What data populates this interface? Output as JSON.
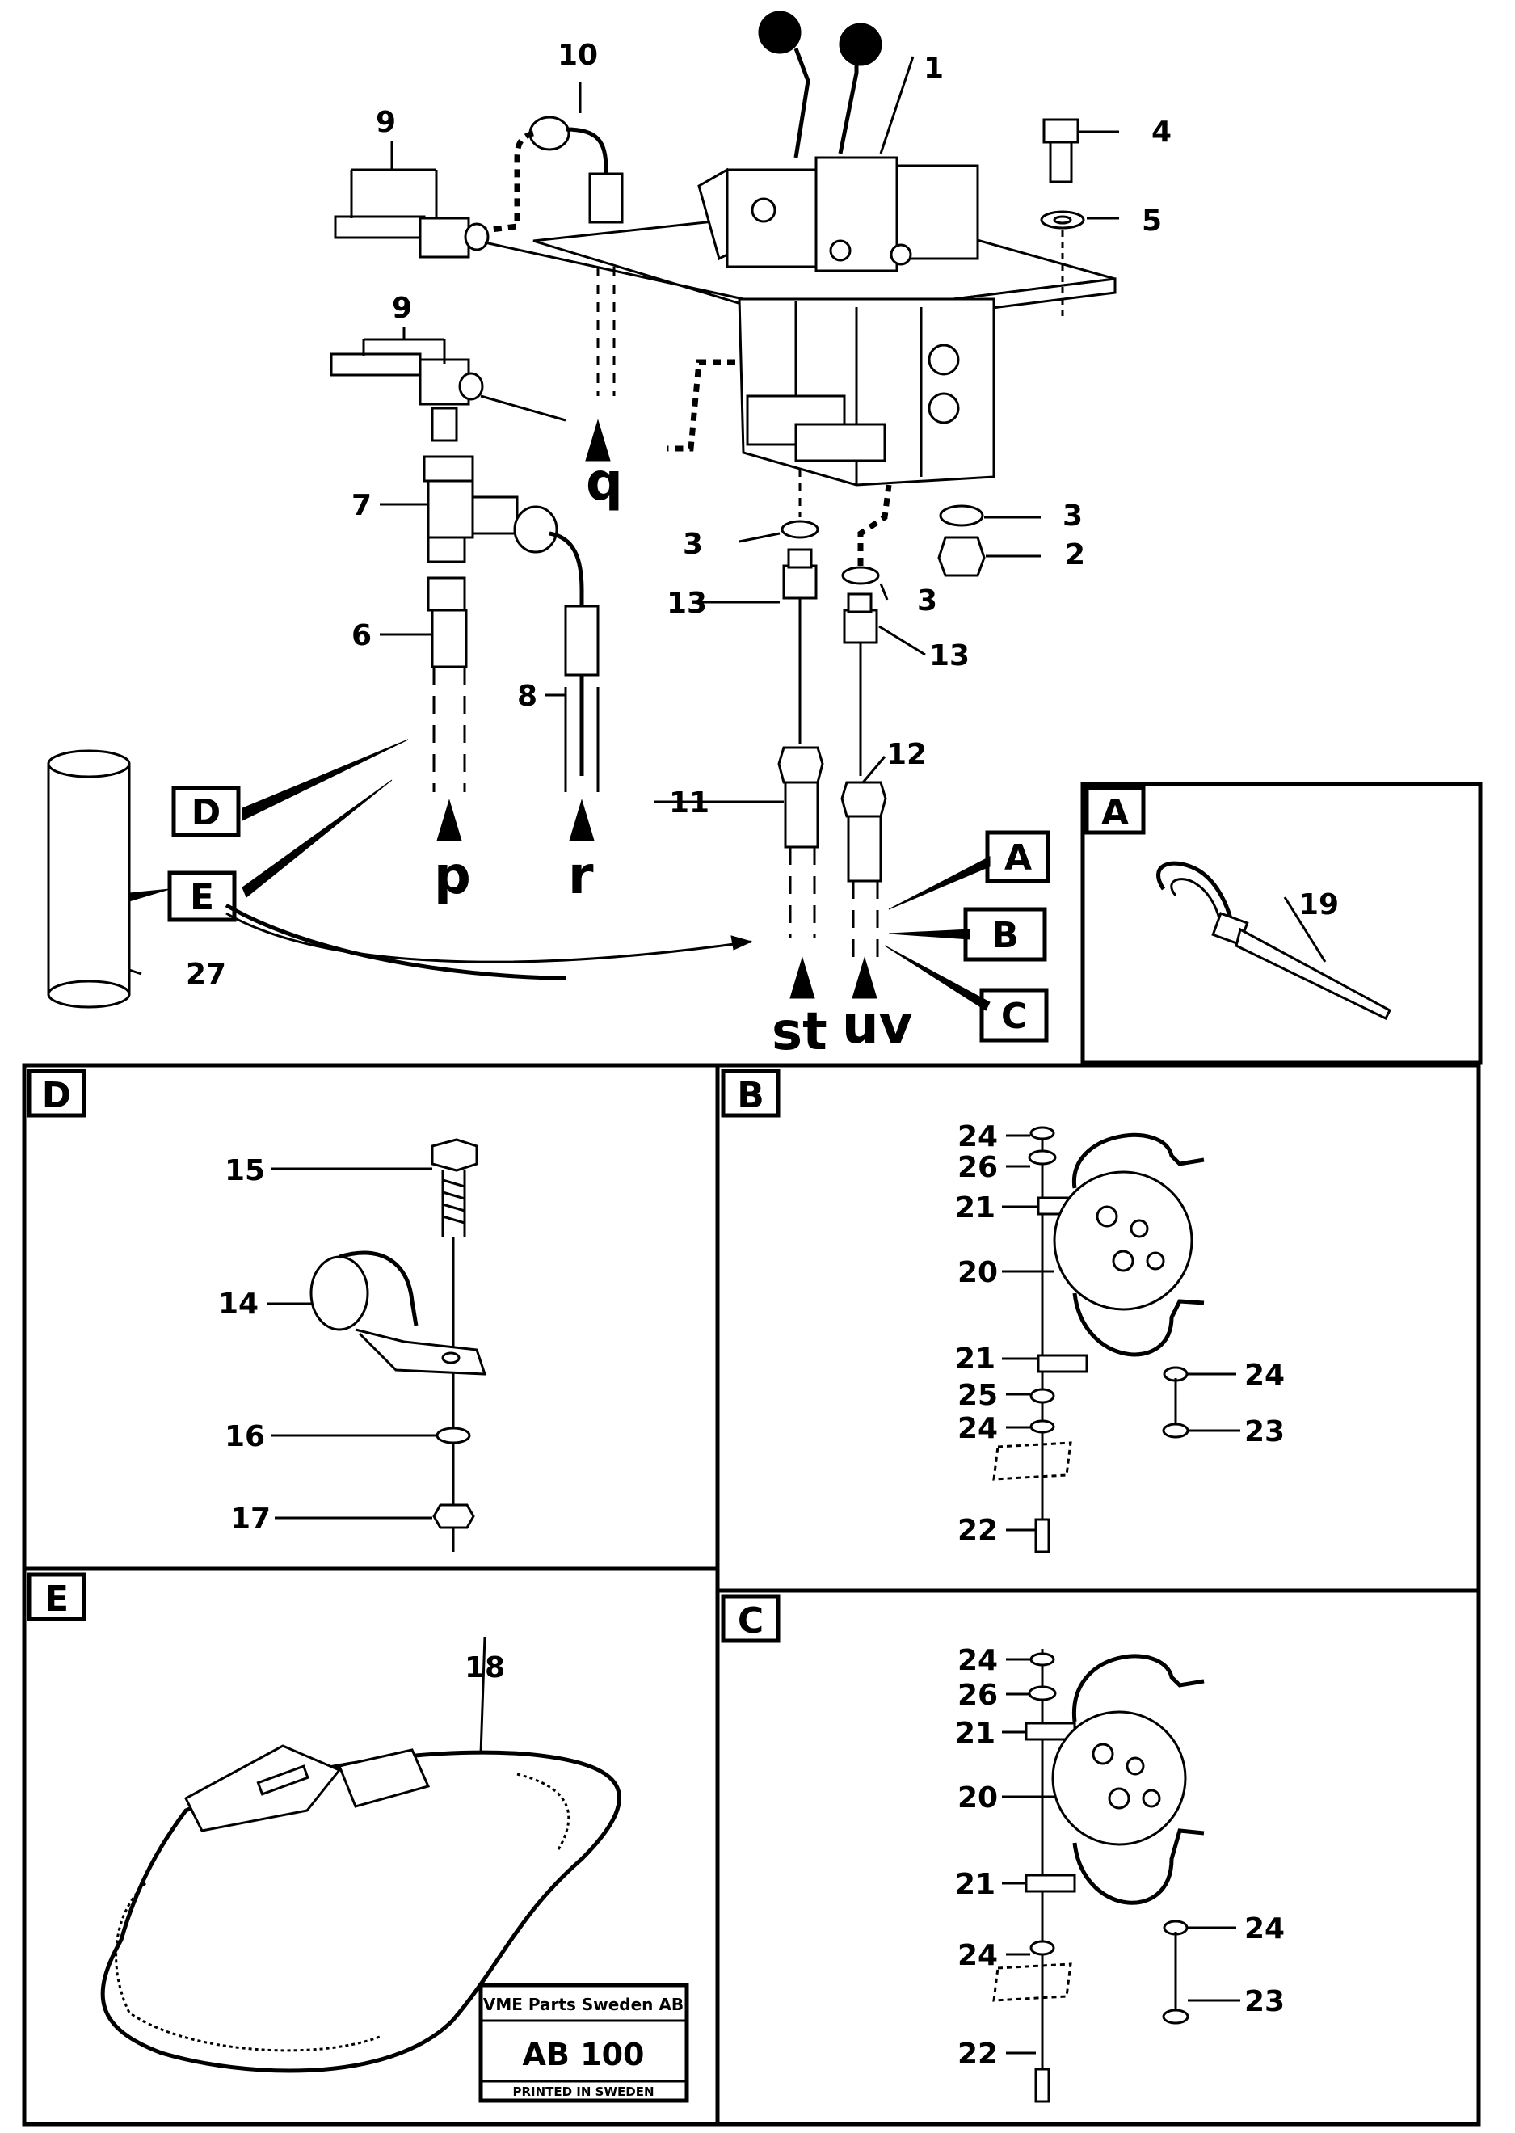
{
  "main": {
    "part_numbers": {
      "n1": "1",
      "n2": "2",
      "n3a": "3",
      "n3b": "3",
      "n3c": "3",
      "n4": "4",
      "n5": "5",
      "n6": "6",
      "n7": "7",
      "n8": "8",
      "n9a": "9",
      "n9b": "9",
      "n10": "10",
      "n11": "11",
      "n12": "12",
      "n13a": "13",
      "n13b": "13",
      "n27": "27"
    },
    "connection_letters": {
      "p": "p",
      "q": "q",
      "r": "r",
      "st": "st",
      "uv": "uv"
    },
    "callout_boxes": {
      "A": "A",
      "B": "B",
      "C": "C",
      "D": "D",
      "E": "E"
    }
  },
  "panel_A": {
    "title": "A",
    "labels": {
      "n19": "19"
    }
  },
  "panel_D": {
    "title": "D",
    "labels": {
      "n14": "14",
      "n15": "15",
      "n16": "16",
      "n17": "17"
    }
  },
  "panel_B": {
    "title": "B",
    "labels": {
      "n20": "20",
      "n21a": "21",
      "n21b": "21",
      "n22": "22",
      "n23": "23",
      "n24a": "24",
      "n24b": "24",
      "n24c": "24",
      "n25": "25",
      "n26": "26"
    }
  },
  "panel_E": {
    "title": "E",
    "labels": {
      "n18": "18"
    }
  },
  "panel_C": {
    "title": "C",
    "labels": {
      "n20": "20",
      "n21a": "21",
      "n21b": "21",
      "n22": "22",
      "n23": "23",
      "n24a": "24",
      "n24b": "24",
      "n24c": "24",
      "n26": "26"
    }
  },
  "stamp": {
    "company": "VME Parts Sweden AB",
    "code": "AB 100",
    "printed": "PRINTED IN SWEDEN"
  }
}
